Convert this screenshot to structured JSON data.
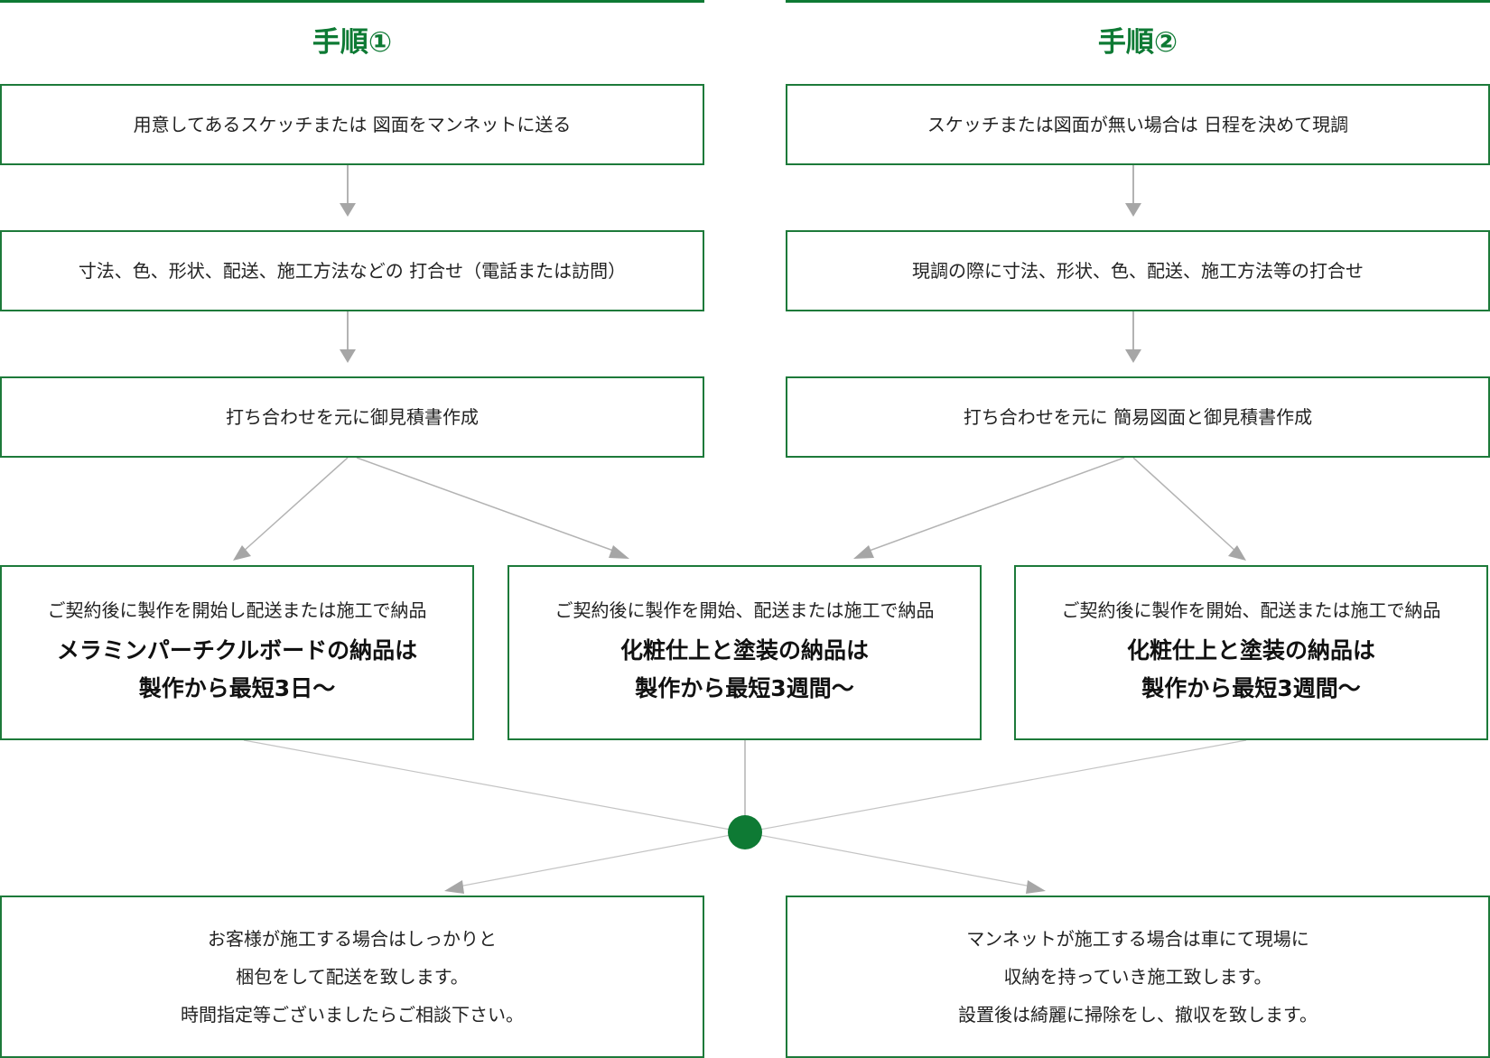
{
  "step1": {
    "heading": "手順①",
    "box1": "用意してあるスケッチまたは 図面をマンネットに送る",
    "box2": "寸法、色、形状、配送、施工方法などの 打合せ（電話または訪問）",
    "box3": "打ち合わせを元に御見積書作成"
  },
  "step2": {
    "heading": "手順②",
    "box1": "スケッチまたは図面が無い場合は 日程を決めて現調",
    "box2": "現調の際に寸法、形状、色、配送、施工方法等の打合せ",
    "box3": "打ち合わせを元に 簡易図面と御見積書作成"
  },
  "delivery": [
    {
      "sub": "ご契約後に製作を開始し配送または施工で納品",
      "line1": "メラミンパーチクルボードの納品は",
      "line2": "製作から最短3日〜"
    },
    {
      "sub": "ご契約後に製作を開始、配送または施工で納品",
      "line1": "化粧仕上と塗装の納品は",
      "line2": "製作から最短3週間〜"
    },
    {
      "sub": "ご契約後に製作を開始、配送または施工で納品",
      "line1": "化粧仕上と塗装の納品は",
      "line2": "製作から最短3週間〜"
    }
  ],
  "final": {
    "customer": [
      "お客様が施工する場合はしっかりと",
      "梱包をして配送を致します。",
      "時間指定等ございましたらご相談下さい。"
    ],
    "mannet": [
      "マンネットが施工する場合は車にて現場に",
      "収納を持っていき施工致します。",
      "設置後は綺麗に掃除をし、撤収を致します。"
    ]
  },
  "colors": {
    "accent": "#0e7a34",
    "border": "#1d7a3a",
    "connector": "#b3b3b3",
    "arrowhead": "#a6a6a6"
  }
}
